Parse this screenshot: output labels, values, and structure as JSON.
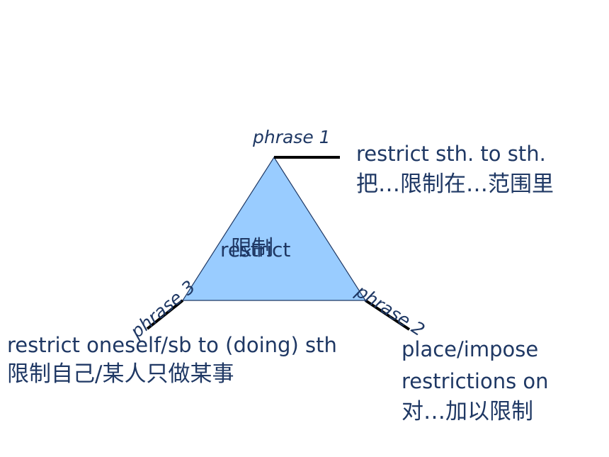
{
  "center": {
    "english": "restrict",
    "chinese": "限制"
  },
  "phrase1": {
    "label": "phrase 1",
    "english": "restrict sth. to sth.",
    "chinese": "把…限制在…范围里"
  },
  "phrase2": {
    "label": "phrase 2",
    "english_line1": "place/impose",
    "english_line2": "restrictions on",
    "chinese": "对…加以限制"
  },
  "phrase3": {
    "label": "phrase 3",
    "english": "restrict oneself/sb to (doing) sth",
    "chinese": "限制自己/某人只做某事"
  },
  "colors": {
    "triangle_fill": "#99ccff",
    "triangle_stroke": "#1f3864",
    "text": "#1f3864"
  }
}
